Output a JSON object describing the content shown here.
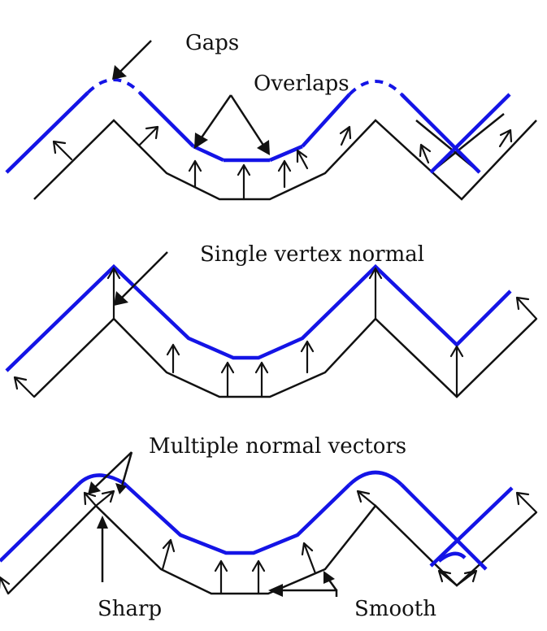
{
  "labels": {
    "gaps": "Gaps",
    "overlaps": "Overlaps",
    "single_vertex_normal": "Single vertex normal",
    "multiple_normal_vectors": "Multiple normal vectors",
    "sharp": "Sharp",
    "smooth": "Smooth"
  },
  "colors": {
    "offset_curve": "#1414e6",
    "base_curve": "#111111",
    "background": "#ffffff"
  }
}
